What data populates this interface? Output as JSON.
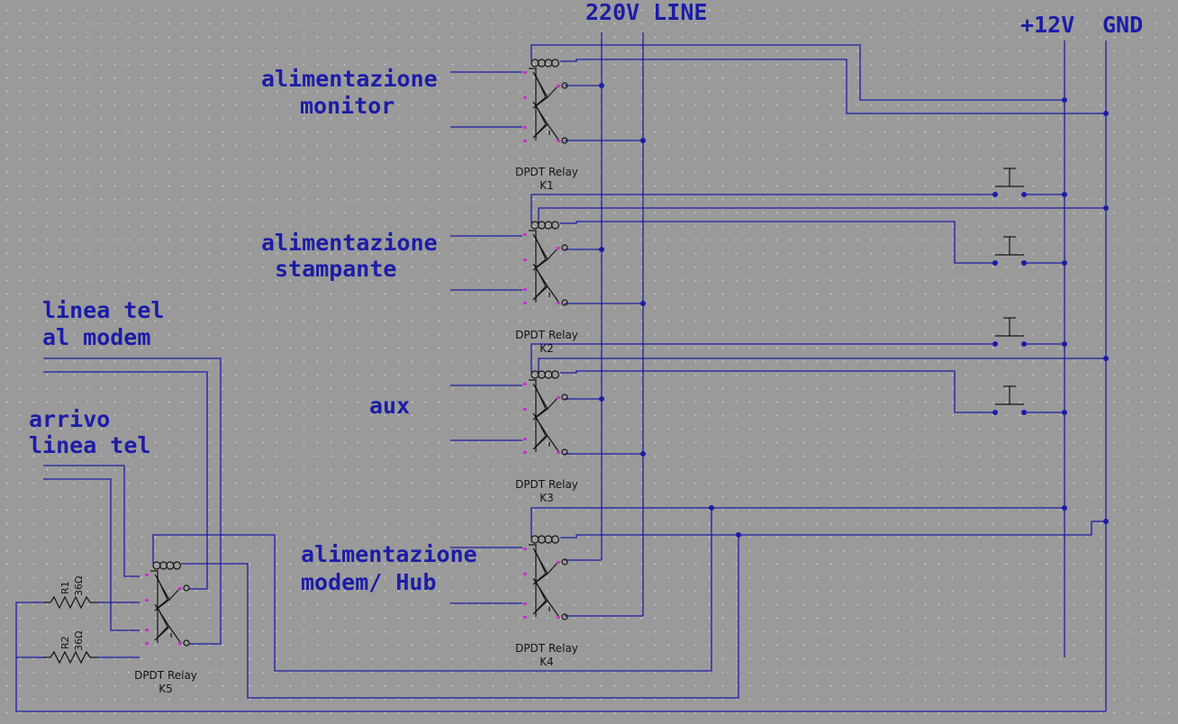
{
  "labels": {
    "line_220v": "220V LINE",
    "plus_12v": "+12V",
    "gnd": "GND",
    "monitor_1": "alimentazione",
    "monitor_2": "monitor",
    "printer_1": "alimentazione",
    "printer_2": "stampante",
    "aux": "aux",
    "modem_1": "alimentazione",
    "modem_2": "modem/ Hub",
    "tel_modem_1": "linea tel",
    "tel_modem_2": "al modem",
    "tel_in_1": "arrivo",
    "tel_in_2": "linea tel"
  },
  "relays": [
    {
      "type": "DPDT Relay",
      "ref": "K1"
    },
    {
      "type": "DPDT Relay",
      "ref": "K2"
    },
    {
      "type": "DPDT Relay",
      "ref": "K3"
    },
    {
      "type": "DPDT Relay",
      "ref": "K4"
    },
    {
      "type": "DPDT Relay",
      "ref": "K5"
    }
  ],
  "resistors": [
    {
      "ref": "R1",
      "value": "36Ω"
    },
    {
      "ref": "R2",
      "value": "36Ω"
    }
  ],
  "colors": {
    "background": "#9a9a9a",
    "wire": "#1c1ca8",
    "pin": "#cc33cc",
    "symbol": "#141414"
  }
}
